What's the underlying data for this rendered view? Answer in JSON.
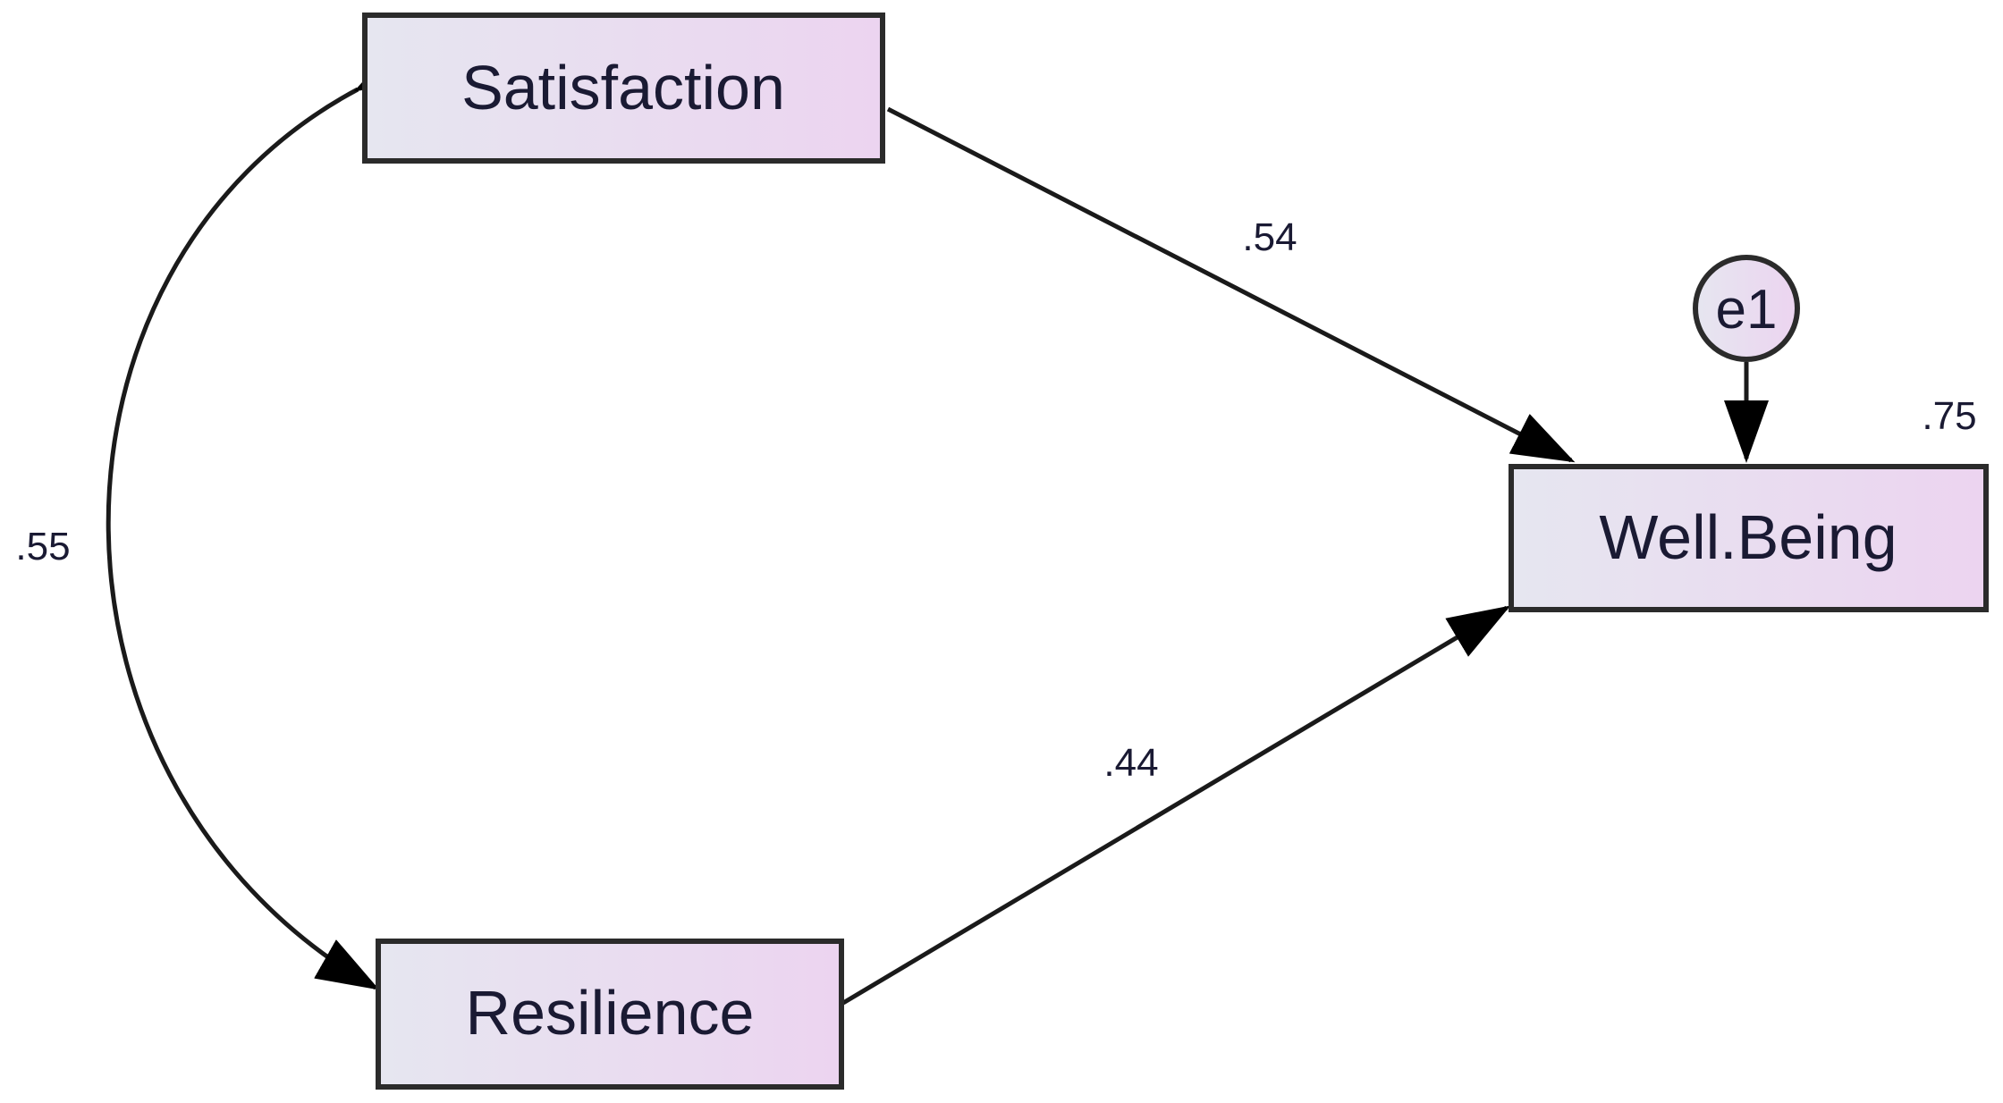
{
  "nodes": {
    "satisfaction": "Satisfaction",
    "resilience": "Resilience",
    "well_being": "Well.Being",
    "error": "e1"
  },
  "coefficients": {
    "satisfaction_to_well_being": ".54",
    "resilience_to_well_being": ".44",
    "satisfaction_resilience_covariance": ".55",
    "well_being_r_squared": ".75"
  },
  "colors": {
    "box_fill_start": "#e6e6f0",
    "box_fill_end": "#ecd4f0",
    "stroke": "#2b2b2b",
    "text": "#1a1a33"
  }
}
